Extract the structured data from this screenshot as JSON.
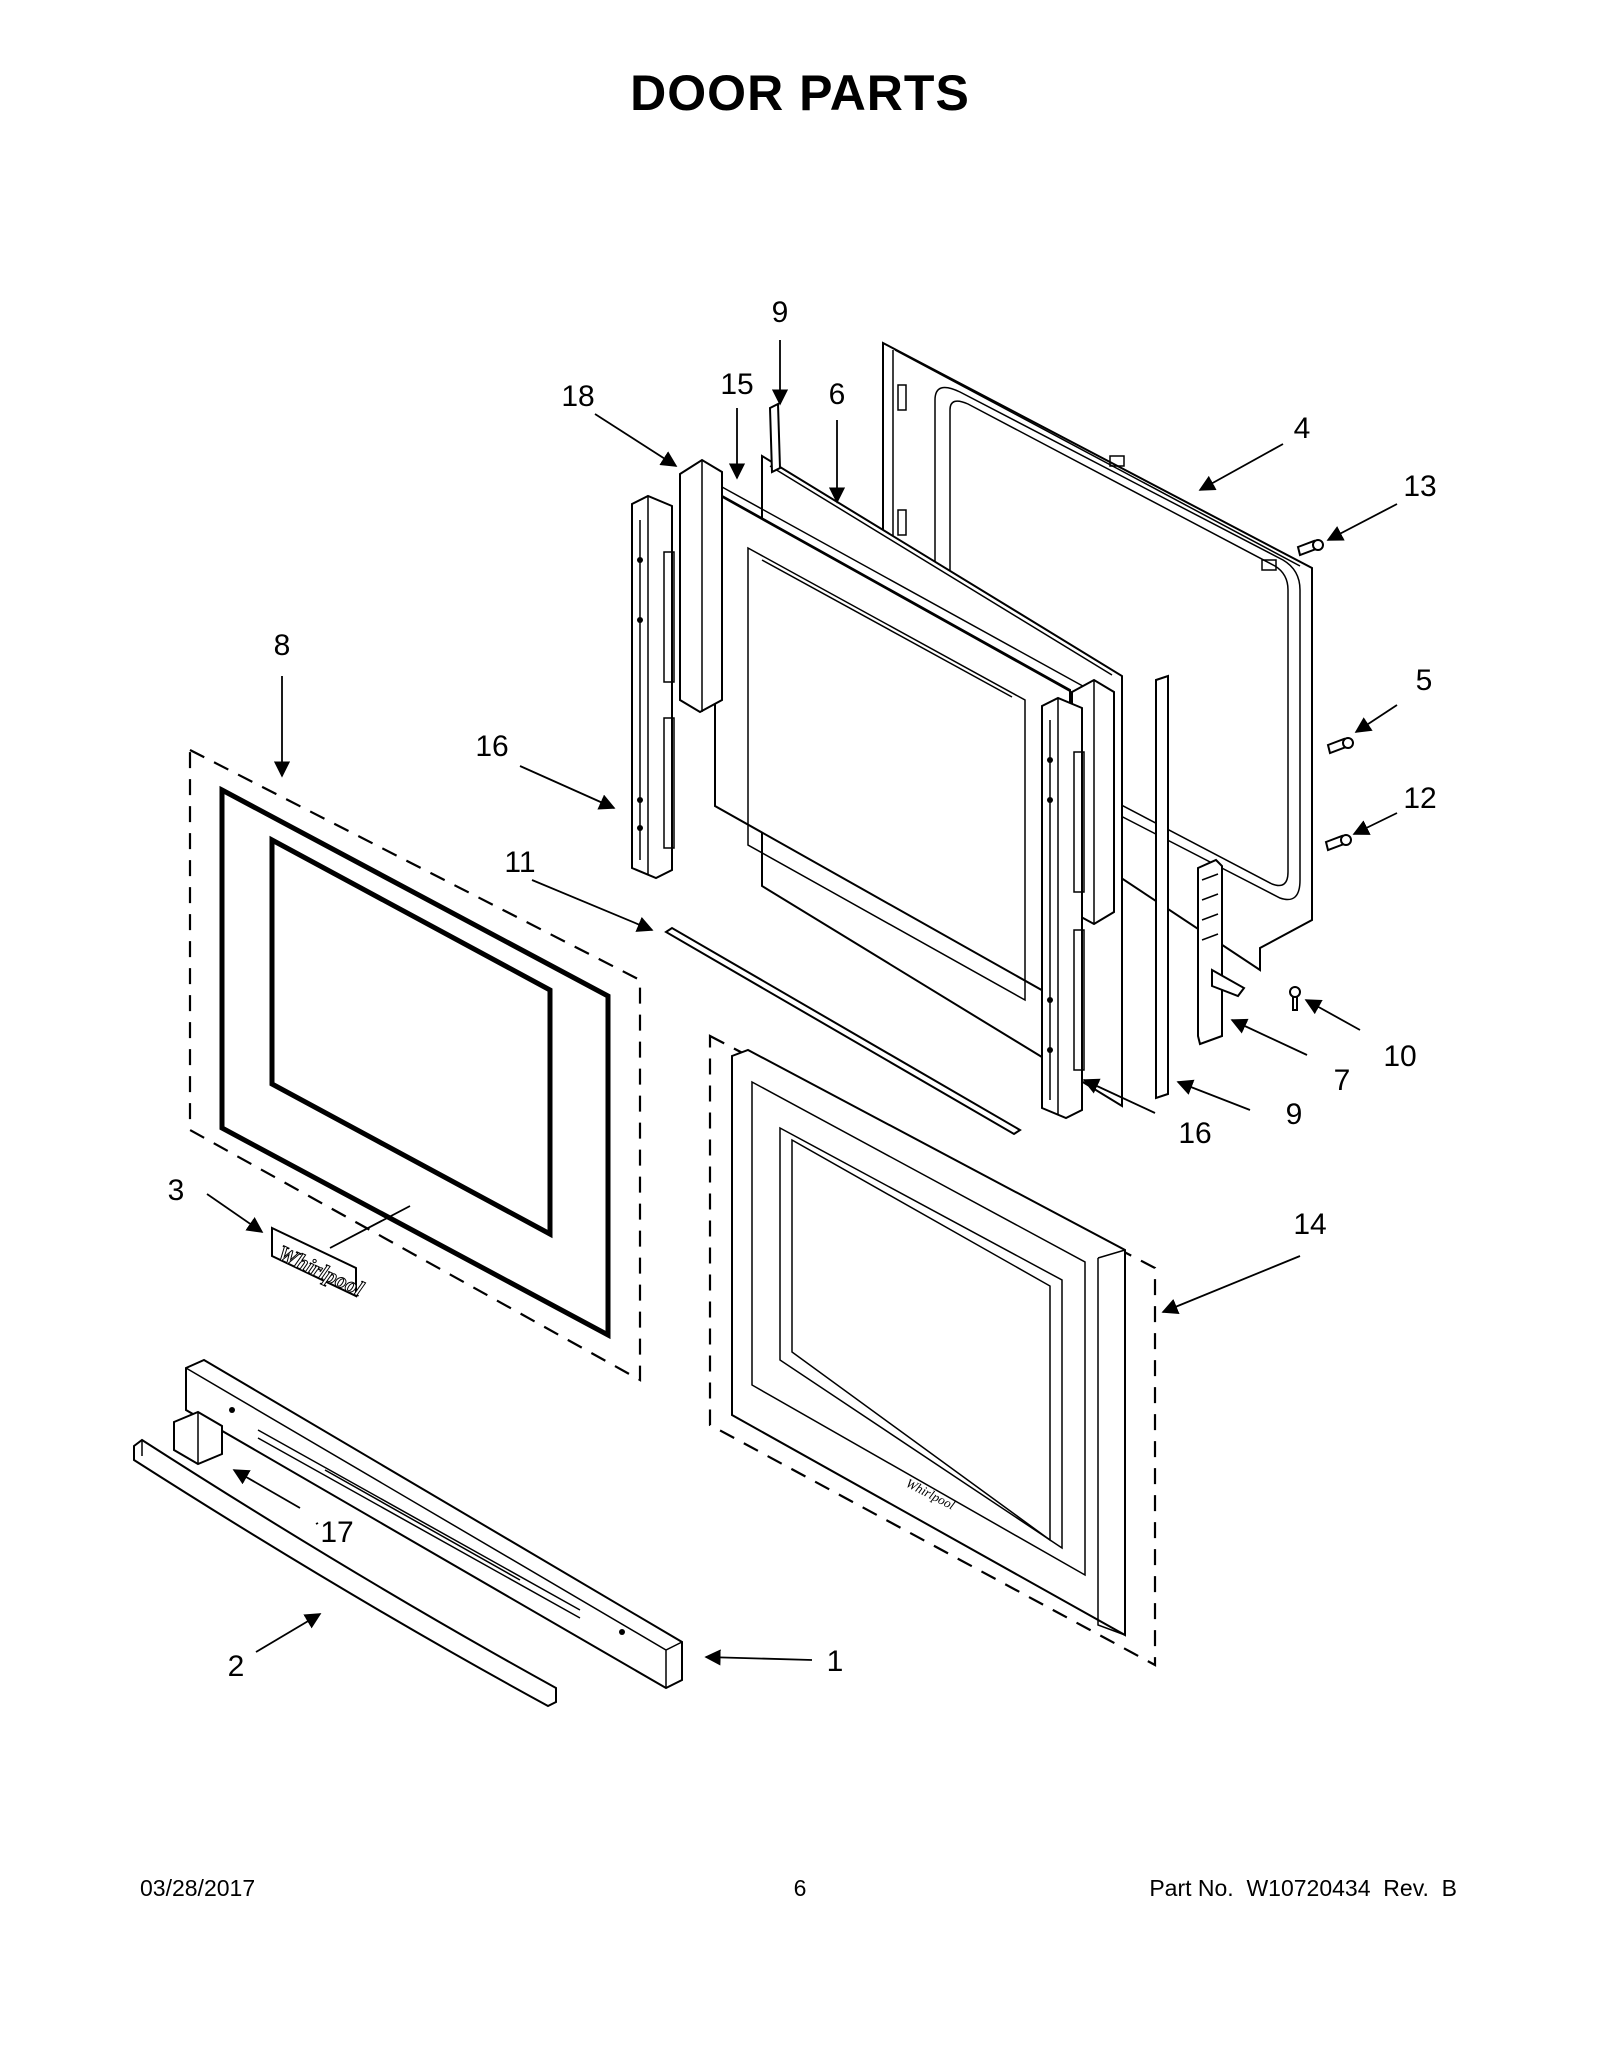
{
  "title": "DOOR PARTS",
  "callouts": {
    "c1": "1",
    "c2": "2",
    "c3": "3",
    "c4": "4",
    "c5": "5",
    "c6": "6",
    "c7": "7",
    "c8": "8",
    "c9a": "9",
    "c9b": "9",
    "c10": "10",
    "c11": "11",
    "c12": "12",
    "c13": "13",
    "c14": "14",
    "c15": "15",
    "c16a": "16",
    "c16b": "16",
    "c17": "17",
    "c18": "18"
  },
  "logo_text": "Whirlpool",
  "footer": {
    "date": "03/28/2017",
    "page": "6",
    "part_number": "Part No.  W10720434  Rev.  B"
  }
}
